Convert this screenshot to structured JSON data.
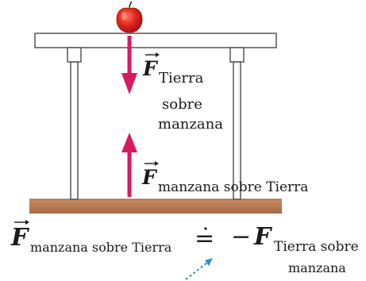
{
  "labels": {
    "force_upper_symbol": "F",
    "force_upper_subscript_line1": "Tierra",
    "force_upper_subscript_line2": "sobre",
    "force_upper_subscript_line3": "manzana",
    "force_lower_symbol": "F",
    "force_lower_subscript": "manzana sobre Tierra",
    "equation_lhs_symbol": "F",
    "equation_lhs_subscript": "manzana sobre Tierra",
    "equation_equals": "=",
    "equation_rhs_minus": "−",
    "equation_rhs_symbol": "F",
    "equation_rhs_subscript_line1": "Tierra sobre",
    "equation_rhs_subscript_line2": "manzana"
  },
  "colors": {
    "force_arrow": "#d81b60",
    "ground": "#b97a57",
    "ground_edge": "#8a5534",
    "table_stroke": "#555555",
    "table_fill": "#ffffff",
    "apple_red": "#e0261f",
    "apple_highlight": "#f6a08c",
    "stem": "#3a2a10",
    "pointer": "#2a8fc7"
  }
}
